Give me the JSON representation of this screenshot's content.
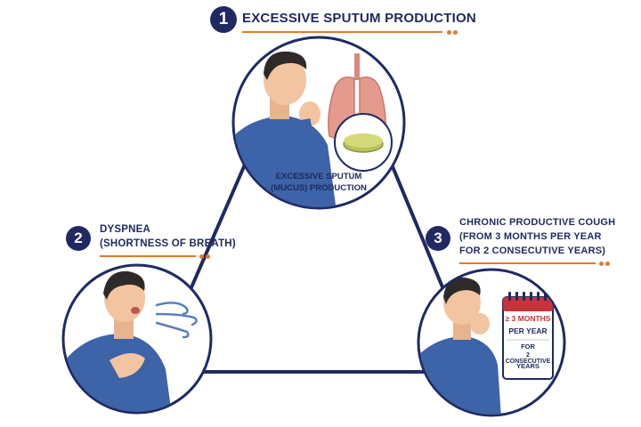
{
  "items": [
    {
      "number": "1",
      "title": "EXCESSIVE SPUTUM PRODUCTION",
      "caption_line1": "EXCESSIVE SPUTUM",
      "caption_line2": "(MUCUS) PRODUCTION"
    },
    {
      "number": "2",
      "title_line1": "DYSPNEA",
      "title_line2": "(SHORTNESS OF BREATH)"
    },
    {
      "number": "3",
      "title_line1": "CHRONIC PRODUCTIVE COUGH",
      "title_line2": "(FROM 3 MONTHS PER YEAR",
      "title_line3": "FOR 2 CONSECUTIVE YEARS)",
      "calendar": {
        "line1": "≥ 3 MONTHS",
        "line2": "PER YEAR",
        "line3": "FOR",
        "line4": "2 CONSECUTIVE",
        "line5": "YEARS"
      }
    }
  ],
  "colors": {
    "navy": "#1f2a63",
    "accent": "#e27a2c",
    "sweater": "#3d63a8",
    "skin": "#f2c4a0",
    "lungs": "#e59a8e",
    "calendar_red": "#c8323a"
  }
}
